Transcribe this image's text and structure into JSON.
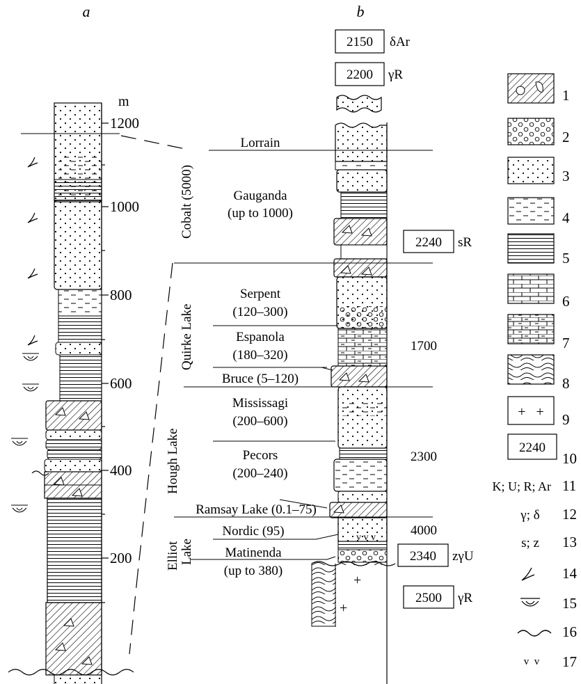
{
  "panel_labels": {
    "a": "a",
    "b": "b"
  },
  "scale": {
    "unit": "m",
    "ticks": [
      "1200",
      "1000",
      "800",
      "600",
      "400",
      "200"
    ]
  },
  "groups": {
    "cobalt": "Cobalt (5000)",
    "quirke": "Quirke Lake",
    "hough": "Hough Lake",
    "elliot_1": "Elliot",
    "elliot_2": "Lake"
  },
  "formations": {
    "lorrain": "Lorrain",
    "gauganda_1": "Gauganda",
    "gauganda_2": "(up to 1000)",
    "serpent_1": "Serpent",
    "serpent_2": "(120–300)",
    "espanola_1": "Espanola",
    "espanola_2": "(180–320)",
    "bruce": "Bruce (5–120)",
    "mississagi_1": "Mississagi",
    "mississagi_2": "(200–600)",
    "pecors_1": "Pecors",
    "pecors_2": "(200–240)",
    "ramsay": "Ramsay Lake (0.1–75)",
    "nordic": "Nordic (95)",
    "matinenda_1": "Matinenda",
    "matinenda_2": "(up to 380)"
  },
  "boundary_ages": {
    "b1700": "1700",
    "b2300": "2300",
    "b4000": "4000"
  },
  "dates": {
    "d2150": {
      "value": "2150",
      "label": "δAr"
    },
    "d2200": {
      "value": "2200",
      "label": "γR"
    },
    "d2240": {
      "value": "2240",
      "label": "sR"
    },
    "d2340": {
      "value": "2340",
      "label": "zγU"
    },
    "d2500": {
      "value": "2500",
      "label": "γR"
    }
  },
  "legend": {
    "n1": "1",
    "n2": "2",
    "n3": "3",
    "n4": "4",
    "n5": "5",
    "n6": "6",
    "n7": "7",
    "n8": "8",
    "n9": "9",
    "n10": "10",
    "n11": "11",
    "n12": "12",
    "n13": "13",
    "n14": "14",
    "n15": "15",
    "n16": "16",
    "n17": "17",
    "sample_2240": "2240",
    "text_11": "K; U; R; Ar",
    "text_12": "γ; δ",
    "text_13": "s; z",
    "text_9": "+   +",
    "text_17": "v  v"
  }
}
